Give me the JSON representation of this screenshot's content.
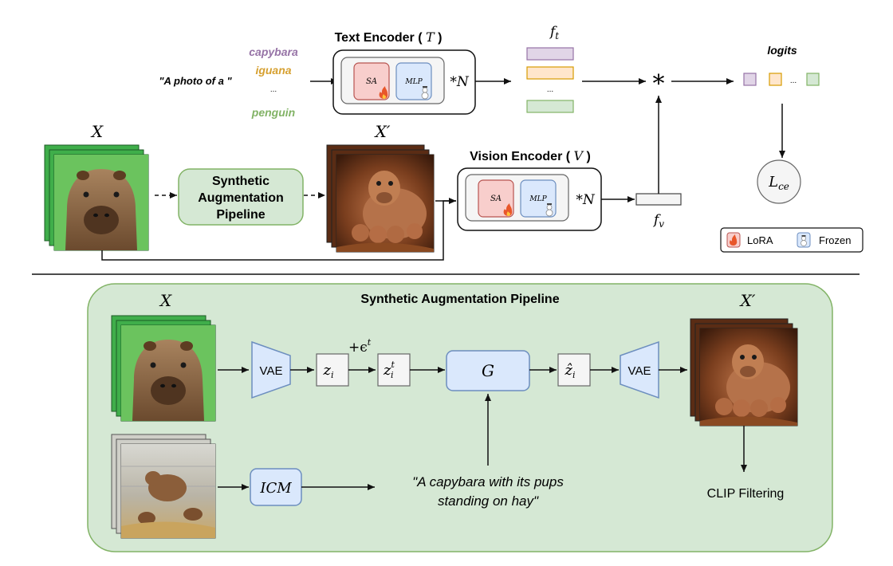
{
  "top": {
    "prompt": "\"A photo of a \"",
    "classes": [
      "capybara",
      "iguana",
      "...",
      "penguin"
    ],
    "text_encoder": {
      "title": "Text Encoder",
      "symbol": "T",
      "sa": "SA",
      "mlp": "MLP",
      "repeat": "*N"
    },
    "vision_encoder": {
      "title": "Vision Encoder",
      "symbol": "V",
      "sa": "SA",
      "mlp": "MLP",
      "repeat": "*N"
    },
    "x_label": "X",
    "x_prime_label": "X′",
    "sap_box": "Synthetic Augmentation Pipeline",
    "ft_label": "f",
    "ft_sub": "t",
    "fv_label": "f",
    "fv_sub": "v",
    "ft_ellipsis": "...",
    "multiply": "*",
    "logits": "logits",
    "logits_ellipsis": "...",
    "loss": "L",
    "loss_sub": "ce",
    "legend": {
      "lora": "LoRA",
      "frozen": "Frozen"
    }
  },
  "bottom": {
    "title": "Synthetic Augmentation Pipeline",
    "x_label": "X",
    "x_prime_label": "X′",
    "vae_in": "VAE",
    "zi": "z",
    "zi_sub": "i",
    "noise": "+ϵ",
    "noise_sup": "t",
    "zit": "z",
    "zit_sub": "i",
    "zit_sup": "t",
    "generator": "G",
    "zhat": "ẑ",
    "zhat_sub": "i",
    "vae_out": "VAE",
    "icm": "ICM",
    "caption_line1": "\"A capybara with its pups",
    "caption_line2": "standing on hay\"",
    "clip": "CLIP Filtering"
  },
  "colors": {
    "class_capybara": "#9673a6",
    "class_iguana": "#d6a030",
    "class_penguin": "#82b366",
    "sa_fill": "#f8cecc",
    "sa_stroke": "#b85450",
    "mlp_fill": "#dae8fc",
    "mlp_stroke": "#6c8ebf",
    "green_fill": "#d5e8d4",
    "green_stroke": "#82b366",
    "purple_fill": "#e1d5e7",
    "orange_fill": "#ffe6cc",
    "orange_stroke": "#d79b00"
  }
}
